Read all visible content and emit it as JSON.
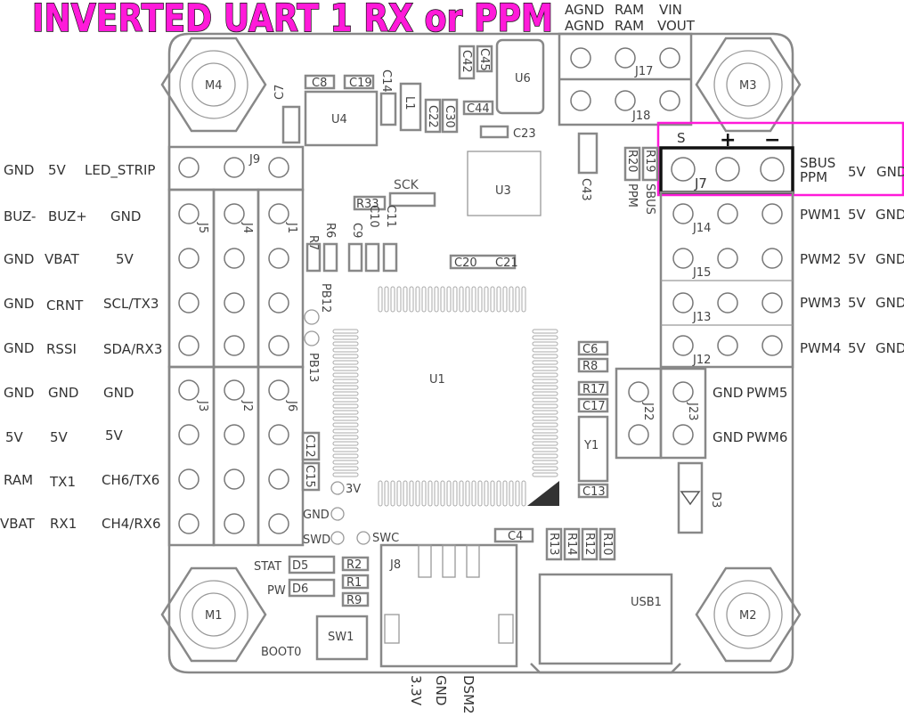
{
  "title_banner": "INVERTED UART 1 RX or PPM",
  "highlight_color": "#ff1ad9",
  "mounts": {
    "m4": "M4",
    "m3": "M3",
    "m1": "M1",
    "m2": "M2"
  },
  "top_labels": {
    "agnd1": "AGND",
    "agnd2": "AGND",
    "ram1": "RAM",
    "ram2": "RAM",
    "vin": "VIN",
    "vout": "VOUT"
  },
  "headers": {
    "j17": "J17",
    "j18": "J18",
    "j9": "J9",
    "j5": "J5",
    "j4": "J4",
    "j1": "J1",
    "j3": "J3",
    "j2": "J2",
    "j6": "J6",
    "j7": "J7",
    "j14": "J14",
    "j15": "J15",
    "j13": "J13",
    "j12": "J12",
    "j22": "J22",
    "j23": "J23",
    "j8": "J8"
  },
  "j7": {
    "s": "S",
    "plus": "+",
    "minus": "−",
    "sbus": "SBUS",
    "ppm": "PPM",
    "v5": "5V",
    "gnd": "GND"
  },
  "left_rows": [
    [
      "GND",
      "5V",
      "LED_STRIP"
    ],
    [
      "BUZ-",
      "BUZ+",
      "GND"
    ],
    [
      "GND",
      "VBAT",
      "5V"
    ],
    [
      "GND",
      "CRNT",
      "SCL/TX3"
    ],
    [
      "GND",
      "RSSI",
      "SDA/RX3"
    ],
    [
      "GND",
      "GND",
      "GND"
    ],
    [
      "5V",
      "5V",
      "5V"
    ],
    [
      "RAM",
      "TX1",
      "CH6/TX6"
    ],
    [
      "VBAT",
      "RX1",
      "CH4/RX6"
    ]
  ],
  "right_rows": [
    [
      "PWM1",
      "5V",
      "GND"
    ],
    [
      "PWM2",
      "5V",
      "GND"
    ],
    [
      "PWM3",
      "5V",
      "GND"
    ],
    [
      "PWM4",
      "5V",
      "GND"
    ]
  ],
  "pwm56": [
    [
      "GND",
      "PWM5"
    ],
    [
      "GND",
      "PWM6"
    ]
  ],
  "components": {
    "u1": "U1",
    "u3": "U3",
    "u4": "U4",
    "u6": "U6",
    "y1": "Y1",
    "d3": "D3",
    "sw1": "SW1",
    "usb1": "USB1",
    "c7": "C7",
    "c8": "C8",
    "c19": "C19",
    "c14": "C14",
    "l1": "L1",
    "c22": "C22",
    "c30": "C30",
    "c42": "C42",
    "c45": "C45",
    "c44": "C44",
    "c23": "C23",
    "c43": "C43",
    "r20": "R20",
    "r19": "R19",
    "ppm": "PPM",
    "sbus": "SBUS",
    "sck": "SCK",
    "r33": "R33",
    "r7": "R7",
    "r6": "R6",
    "c9": "C9",
    "c10": "C10",
    "c11": "C11",
    "c20": "C20",
    "c21": "C21",
    "pb12": "PB12",
    "pb13": "PB13",
    "c6": "C6",
    "r8": "R8",
    "r17": "R17",
    "c17": "C17",
    "c12": "C12",
    "c13": "C13",
    "c15": "C15",
    "v3": "3V",
    "gnd": "GND",
    "swd": "SWD",
    "swc": "SWC",
    "c4": "C4",
    "r13": "R13",
    "r14": "R14",
    "r12": "R12",
    "r10": "R10",
    "stat": "STAT",
    "pw": "PW",
    "d5": "D5",
    "d6": "D6",
    "r2": "R2",
    "r1": "R1",
    "r9": "R9",
    "boot0": "BOOT0"
  },
  "bottom_labels": {
    "v33": "3.3V",
    "gnd": "GND",
    "dsm2": "DSM2"
  }
}
